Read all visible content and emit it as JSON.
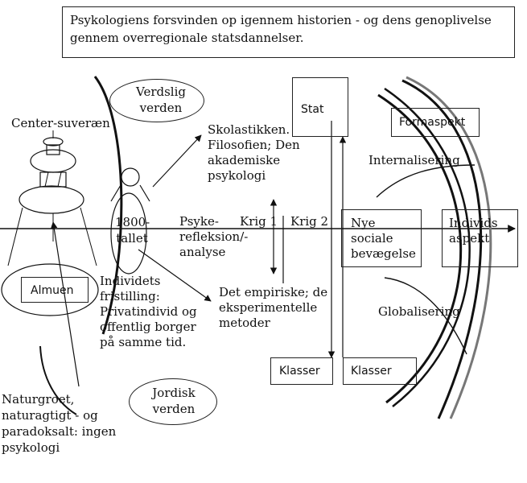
{
  "title": "Psykologiens forsvinden op igennem historien - og dens genoplivelse gennem overregionale statsdannelser.",
  "labels": {
    "verdslig_verden": "Verdslig verden",
    "center_suveraen": "Center-suveræn",
    "almuen": "Almuen",
    "naturgroet": "Naturgroet, naturagtigt - og paradoksalt: ingen psykologi",
    "jordisk_verden": "Jordisk verden",
    "aar_1800": "1800-tallet",
    "individets_frisaettelse": "Individets fristilling: Privatindivid og offentlig borger på samme tid.",
    "skolastikken": "Skolastikken. Filosofien; Den akademiske psykologi",
    "psykerefleksion": "Psyke-refleksion/-analyse",
    "krig1": "Krig 1",
    "krig2": "Krig 2",
    "empiriske": "Det empiriske; de eksperimentelle metoder",
    "stat": "Stat",
    "klasser1": "Klasser",
    "klasser2": "Klasser",
    "nye_sociale": "Nye sociale bevægelse",
    "formaspekt": "Formaspekt",
    "internalisering": "Internalisering",
    "individ_aspekt": "Individs aspekt",
    "globalisering": "Globalisering"
  }
}
